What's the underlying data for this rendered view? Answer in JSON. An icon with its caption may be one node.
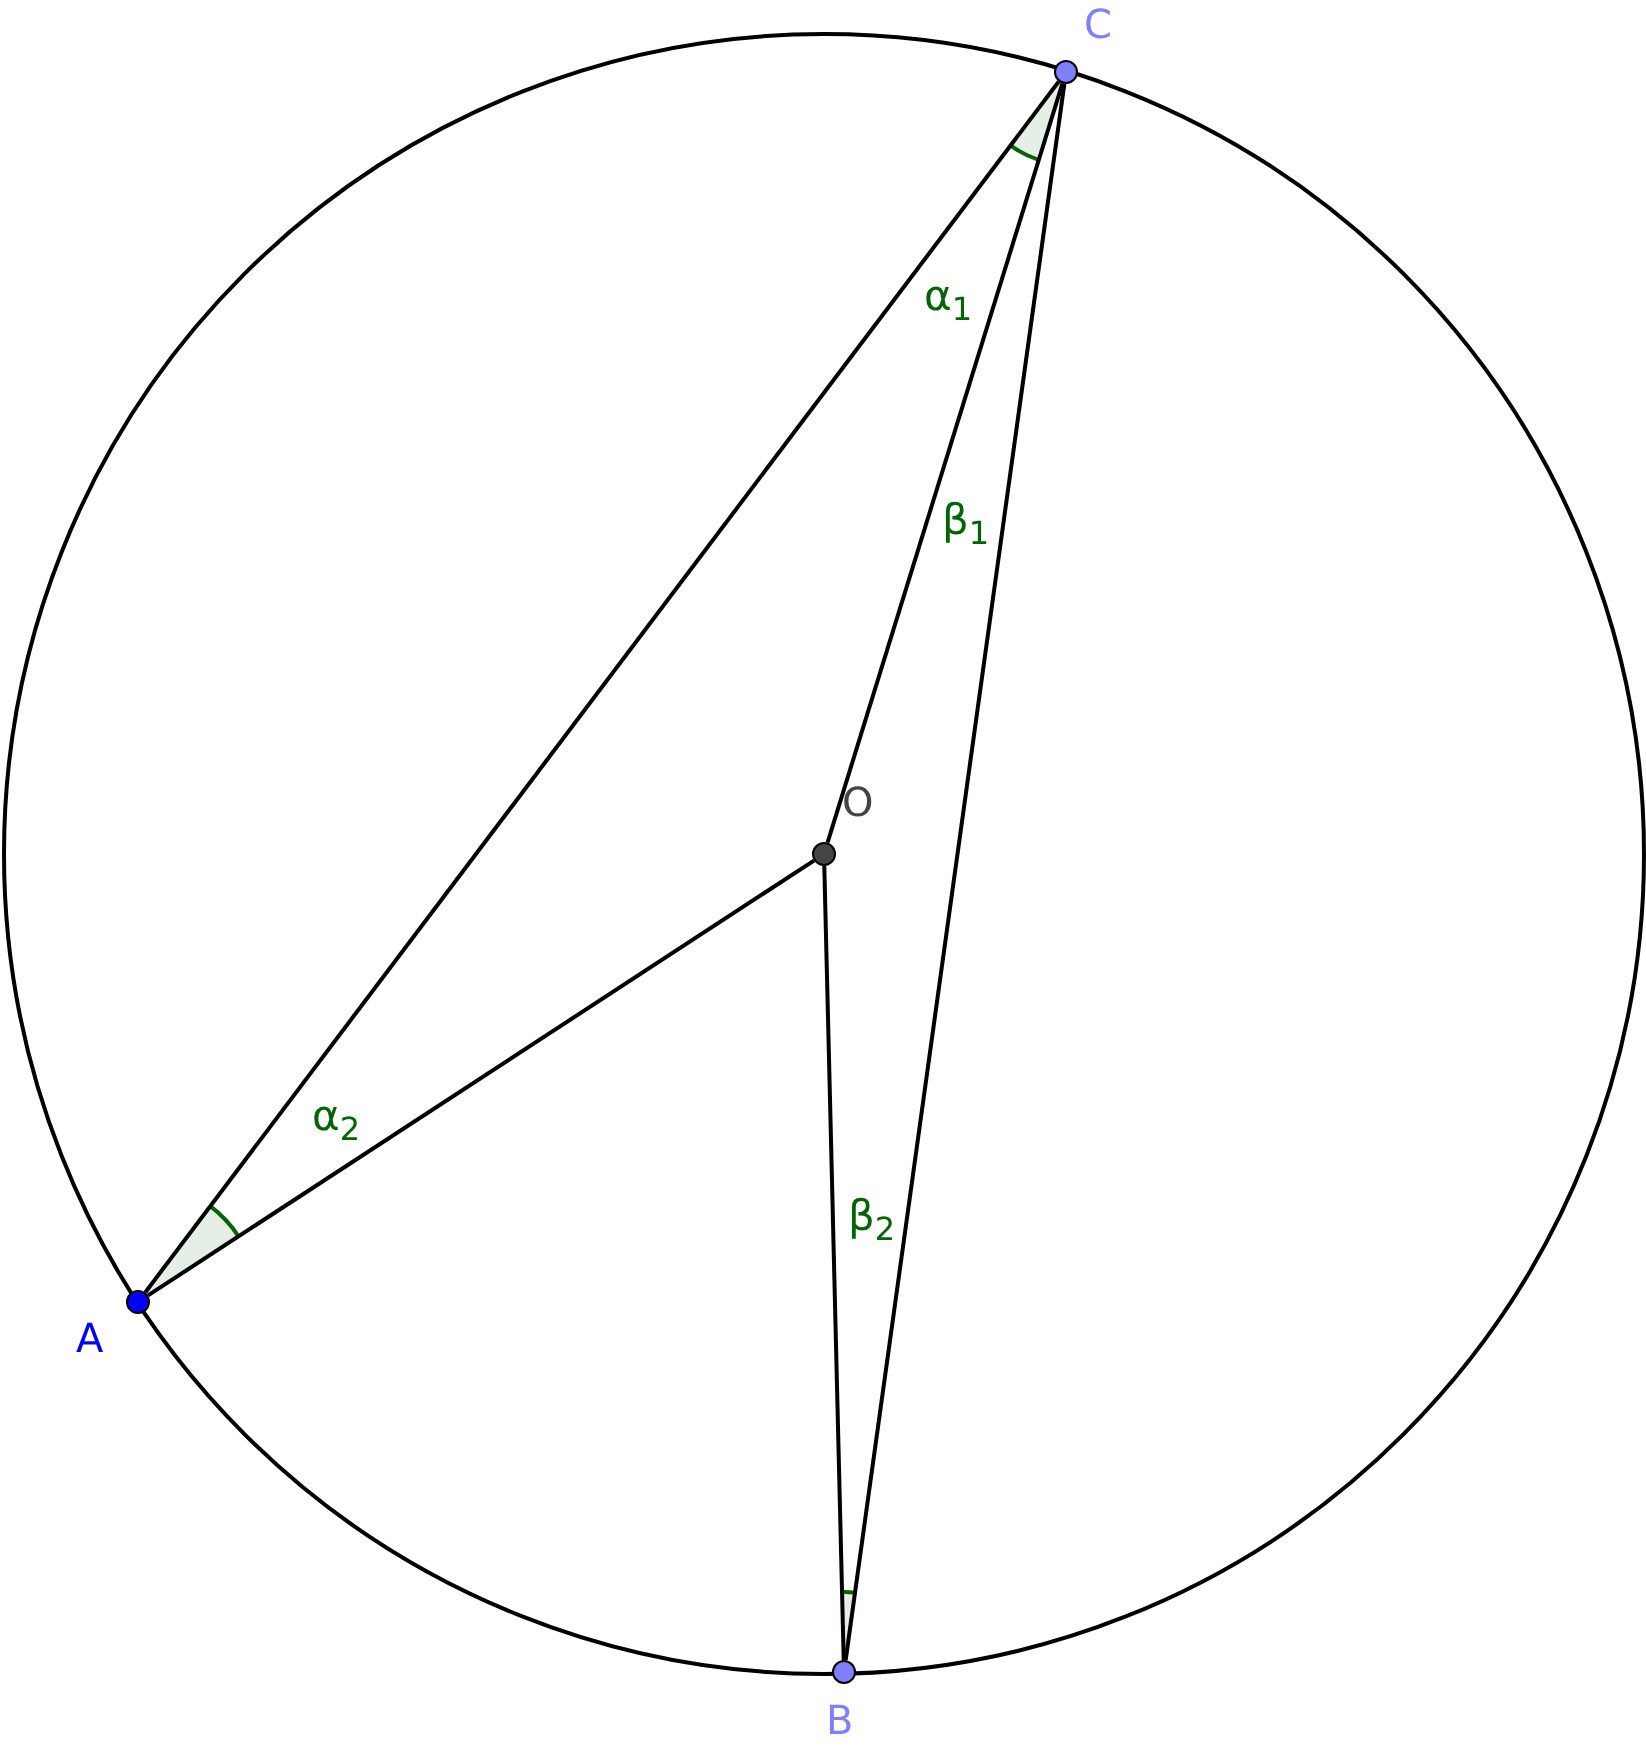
{
  "diagram": {
    "nodes": [
      {
        "text": [
          "C"
        ]
      },
      {
        "text": [
          "O"
        ]
      },
      {
        "text": [
          "A"
        ]
      },
      {
        "text": [
          "B"
        ]
      }
    ],
    "edges": [
      {
        "from": 0,
        "to": 2,
        "arrow": "none"
      },
      {
        "from": 0,
        "to": 1,
        "arrow": "none"
      },
      {
        "from": 0,
        "to": 3,
        "arrow": "none"
      },
      {
        "from": 1,
        "to": 2,
        "arrow": "none"
      },
      {
        "from": 1,
        "to": 3,
        "arrow": "none"
      }
    ],
    "labels": [
      "α$_{1}$",
      "β$_{1}$",
      "α$_{2}$",
      "β$_{2}$"
    ]
  }
}
